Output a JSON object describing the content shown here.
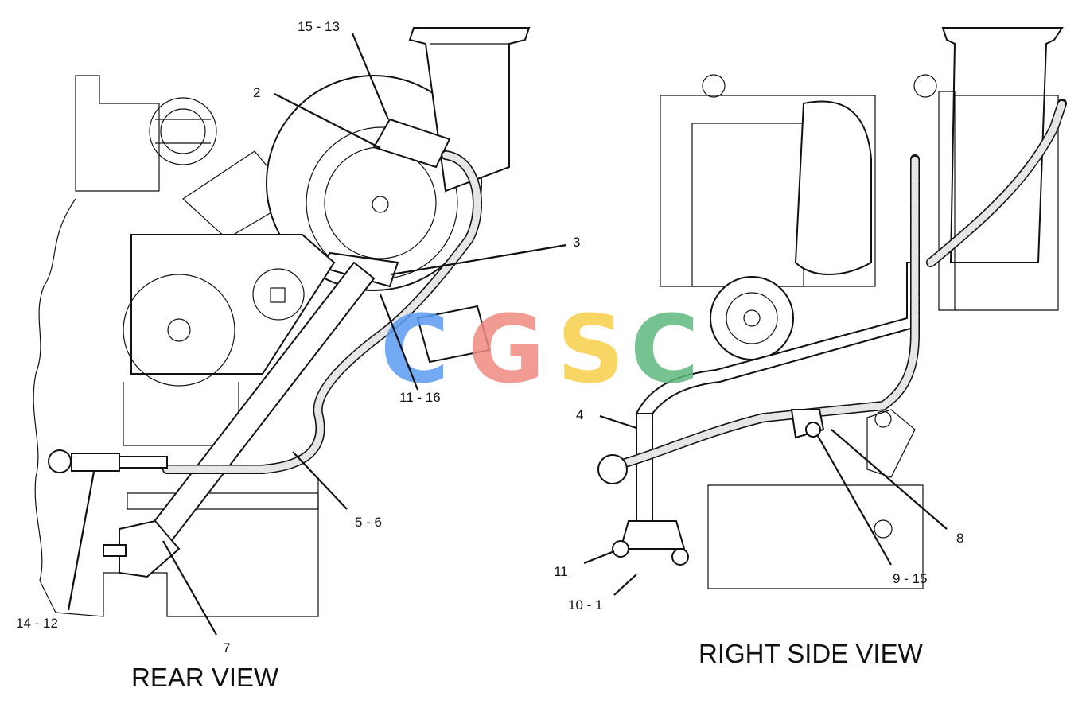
{
  "views": {
    "rear": {
      "title": "REAR VIEW",
      "callouts": [
        "15 - 13",
        "2",
        "3",
        "11 - 16",
        "5 - 6",
        "14 - 12",
        "7"
      ]
    },
    "right_side": {
      "title": "RIGHT SIDE VIEW",
      "callouts": [
        "4",
        "11",
        "10 - 1",
        "9 - 15",
        "8"
      ]
    }
  },
  "watermark": {
    "letters": [
      "C",
      "G",
      "S",
      "C"
    ],
    "colors": [
      "#5b9cf2",
      "#f08a80",
      "#f7cf4a",
      "#5fb97e"
    ]
  }
}
